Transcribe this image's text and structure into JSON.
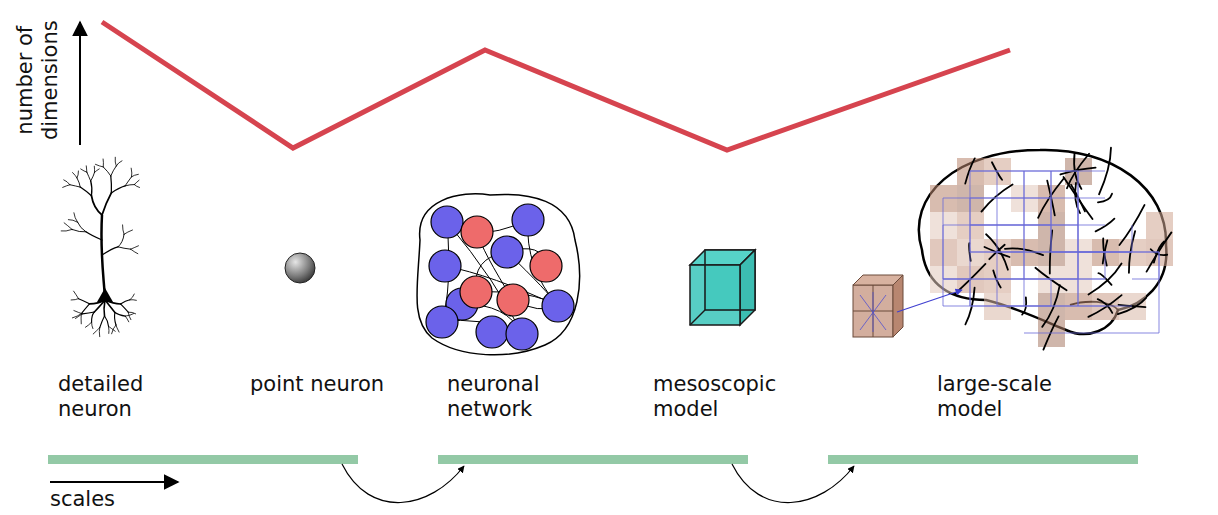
{
  "diagram": {
    "labels": [
      "number of dimensions",
      "detailed neuron",
      "point neuron",
      "neuronal network",
      "mesoscopic model",
      "large-scale model",
      "scales"
    ]
  }
}
